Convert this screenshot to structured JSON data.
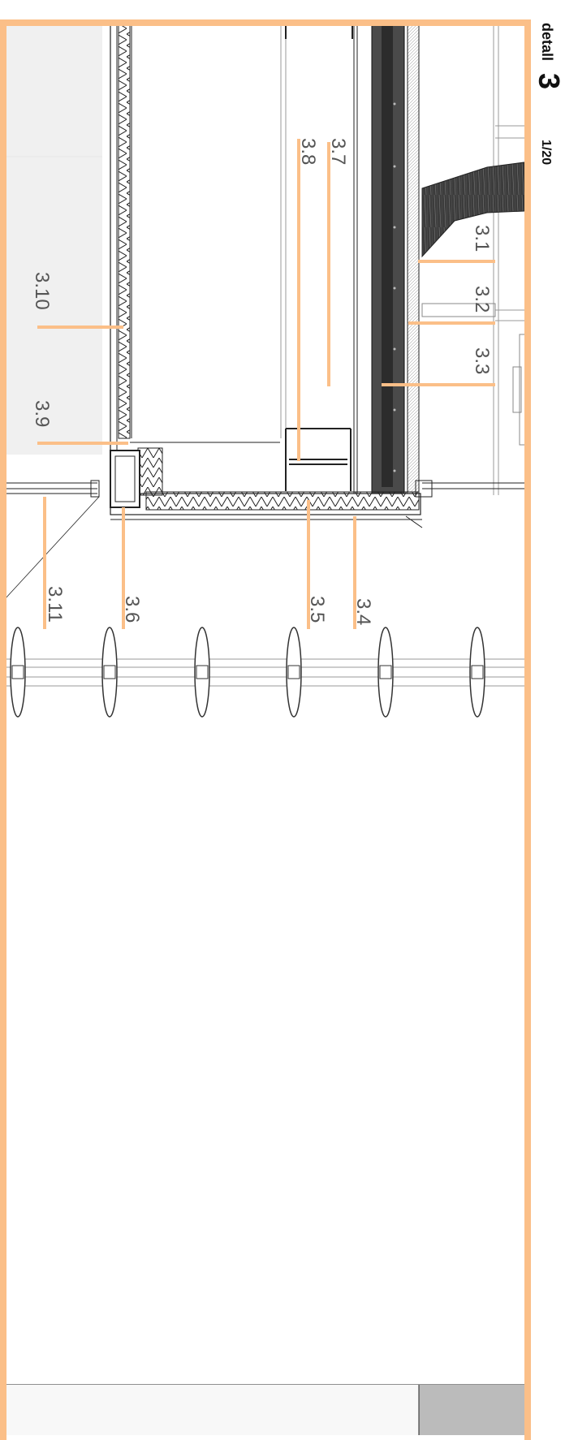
{
  "title": {
    "word": "detall",
    "number": "3",
    "scale": "1/20"
  },
  "callouts": {
    "c3_1": "3.1",
    "c3_2": "3.2",
    "c3_3": "3.3",
    "c3_4": "3.4",
    "c3_5": "3.5",
    "c3_6": "3.6",
    "c3_7": "3.7",
    "c3_8": "3.8",
    "c3_9": "3.9",
    "c3_10": "3.10",
    "c3_11": "3.11"
  },
  "colors": {
    "frame": "#FBBF88",
    "leader": "#FBBF88",
    "ink": "#222222",
    "panel_dark": "#4A4A4A",
    "ceiling_tint": "#F0F0F0"
  }
}
